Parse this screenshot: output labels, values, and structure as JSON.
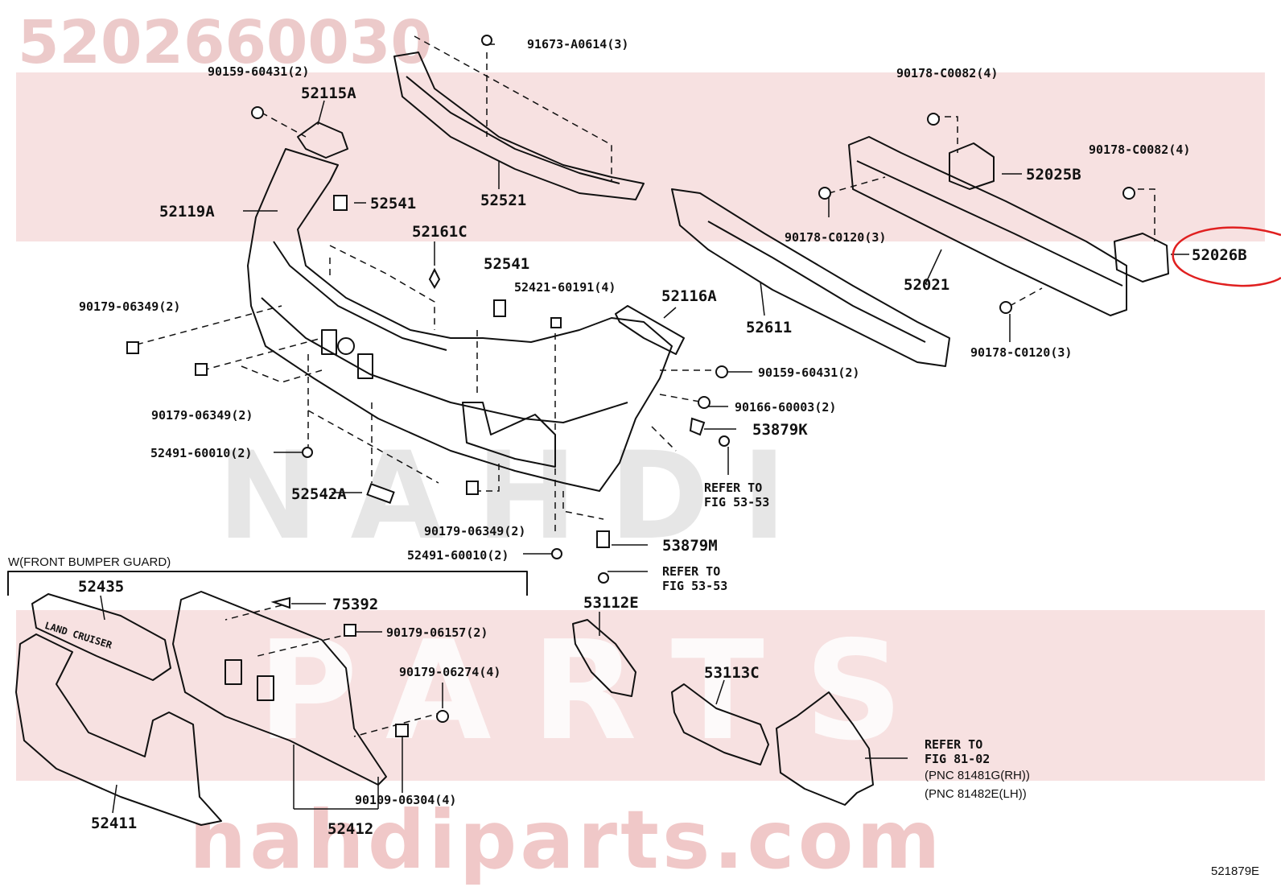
{
  "watermark": {
    "part_number": "5202660030",
    "brand_top": "NAHDI",
    "brand_bottom": "PARTS",
    "url": "nahdiparts.com"
  },
  "group_title": "W(FRONT BUMPER GUARD)",
  "figure_code": "521879E",
  "highlighted_part": "52026B",
  "labels": {
    "p91673": "91673-A0614(3)",
    "p90159a": "90159-60431(2)",
    "p52115A": "52115A",
    "p52119A": "52119A",
    "p52541a": "52541",
    "p52521": "52521",
    "p52161C": "52161C",
    "p52541b": "52541",
    "p52421": "52421-60191(4)",
    "p90179a": "90179-06349(2)",
    "p90179b": "90179-06349(2)",
    "p52491a": "52491-60010(2)",
    "p52542A": "52542A",
    "p90179c": "90179-06349(2)",
    "p52491b": "52491-60010(2)",
    "p52116A": "52116A",
    "p90159b": "90159-60431(2)",
    "p90166": "90166-60003(2)",
    "p53879K": "53879K",
    "ref1_line1": "REFER TO",
    "ref1_line2": "FIG 53-53",
    "p53879M": "53879M",
    "ref2_line1": "REFER TO",
    "ref2_line2": "FIG 53-53",
    "p90178a": "90178-C0082(4)",
    "p52025B": "52025B",
    "p90178b": "90178-C0082(4)",
    "p90178c": "90178-C0120(3)",
    "p52021": "52021",
    "p52611": "52611",
    "p90178d": "90178-C0120(3)",
    "p52435": "52435",
    "p75392": "75392",
    "p90179d": "90179-06157(2)",
    "p90179e": "90179-06274(4)",
    "p90109": "90109-06304(4)",
    "p52411": "52411",
    "p52412": "52412",
    "p53112E": "53112E",
    "p53113C": "53113C",
    "ref3_line1": "REFER TO",
    "ref3_line2": "FIG 81-02",
    "pnc_rh": "(PNC 81481G(RH))",
    "pnc_lh": "(PNC 81482E(LH))",
    "emblem_text": "LAND CRUISER"
  },
  "colors": {
    "watermark_band": "#f7e1e1",
    "highlight_circle": "#e02020",
    "line": "#111111"
  }
}
